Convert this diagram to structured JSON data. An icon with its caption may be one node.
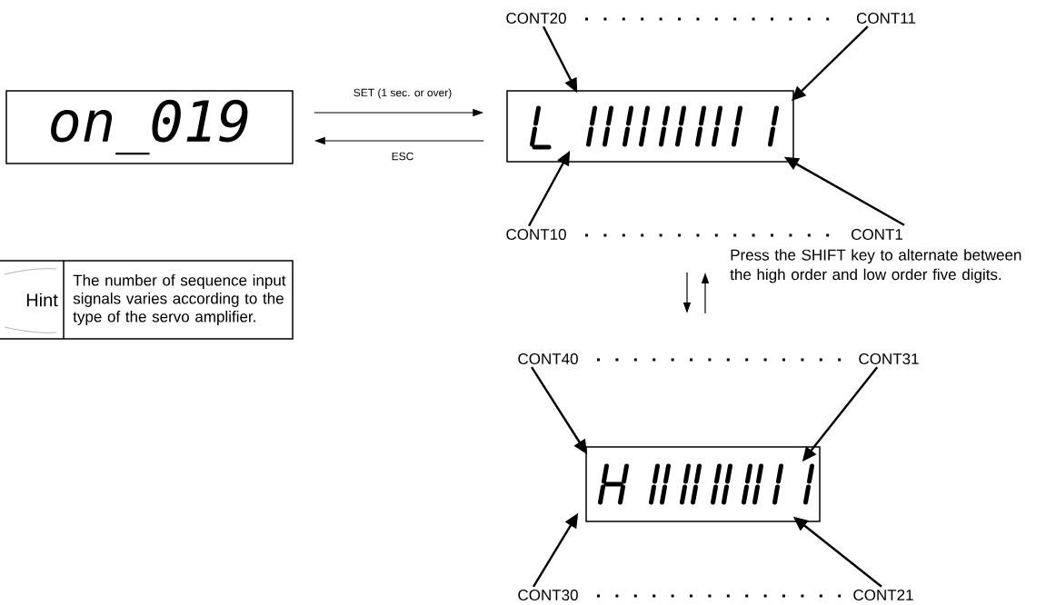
{
  "diagram": {
    "nodes": [
      {
        "text": [
          "on_019"
        ]
      },
      {
        "text": [],
        "shape": "box"
      },
      {
        "text": [
          "CONT20"
        ]
      },
      {
        "text": [
          "CONT11"
        ]
      },
      {
        "text": [
          "CONT10"
        ]
      },
      {
        "text": [
          "CONT1"
        ]
      },
      {
        "text": [
          "Hint",
          "The number of sequence input signals varies according to the type of the servo amplifier."
        ]
      },
      {
        "text": [
          "CONT40"
        ]
      },
      {
        "text": [
          "CONT31"
        ]
      },
      {
        "text": [],
        "shape": "box"
      },
      {
        "text": [
          "CONT30"
        ]
      },
      {
        "text": [
          "CONT21"
        ]
      }
    ],
    "edges": [
      {
        "from": 0,
        "to": 1,
        "arrow": "to",
        "label": "SET (1 sec. or over)"
      },
      {
        "from": 1,
        "to": 0,
        "arrow": "to",
        "label": "ESC"
      },
      {
        "from": 2,
        "to": 1,
        "arrow": "to"
      },
      {
        "from": 3,
        "to": 1,
        "arrow": "to"
      },
      {
        "from": 4,
        "to": 1,
        "arrow": "to"
      },
      {
        "from": 5,
        "to": 1,
        "arrow": "to"
      },
      {
        "from": 7,
        "to": 9,
        "arrow": "to"
      },
      {
        "from": 8,
        "to": 9,
        "arrow": "to"
      },
      {
        "from": 10,
        "to": 9,
        "arrow": "to"
      },
      {
        "from": 11,
        "to": 9,
        "arrow": "to"
      }
    ],
    "labels": [
      "Press the SHIFT key to alternate between the high order and low order five digits."
    ]
  }
}
